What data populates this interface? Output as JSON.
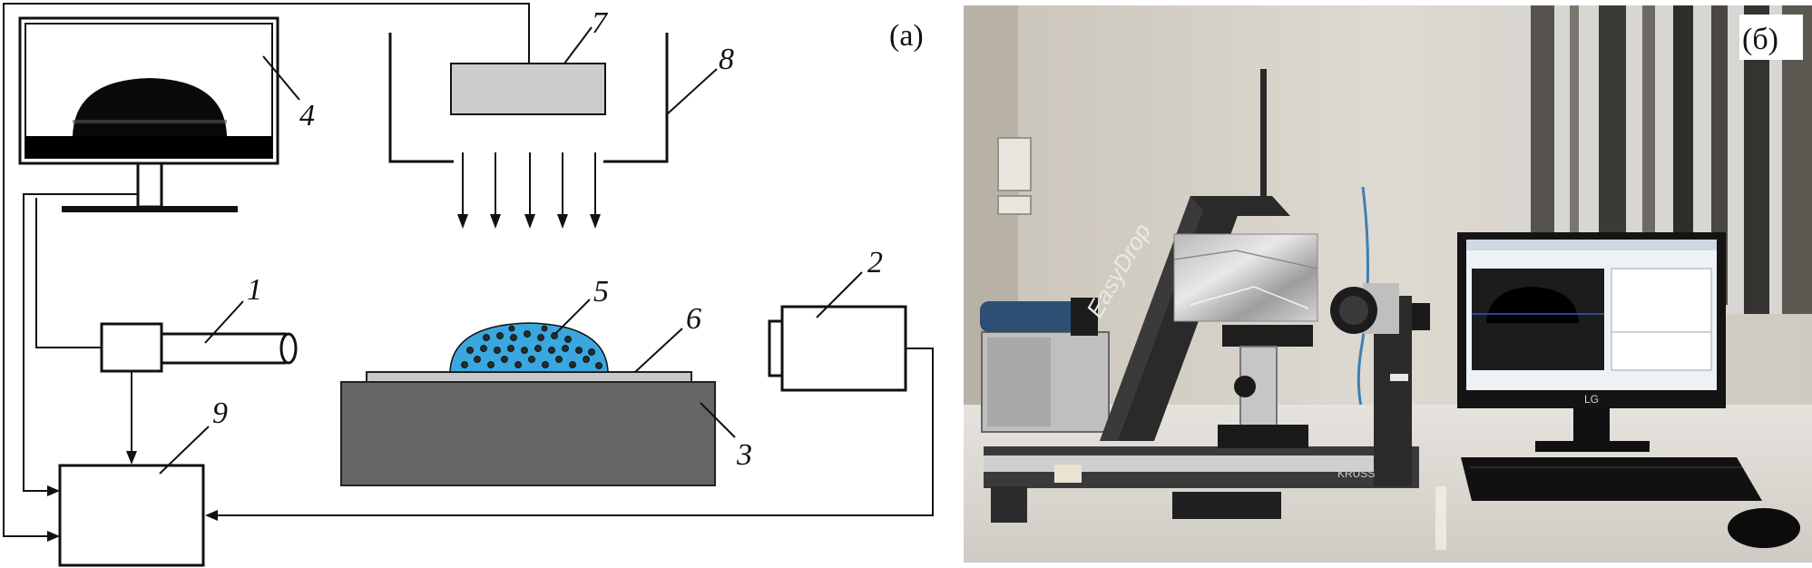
{
  "figure": {
    "panel_a": {
      "label": "(а)",
      "callouts": {
        "n1": "1",
        "n2": "2",
        "n3": "3",
        "n4": "4",
        "n5": "5",
        "n6": "6",
        "n7": "7",
        "n8": "8",
        "n9": "9"
      }
    },
    "panel_b": {
      "label": "(б)",
      "logo": "EasyDrop",
      "brand": "KRÜSS",
      "monitor_brand": "LG"
    }
  },
  "colors": {
    "drop_fill": "#3aa7de",
    "particles": "#2a2a2a",
    "stage": "#666666",
    "substrate": "#c8c8c8",
    "lamp_box": "#cccccc"
  }
}
